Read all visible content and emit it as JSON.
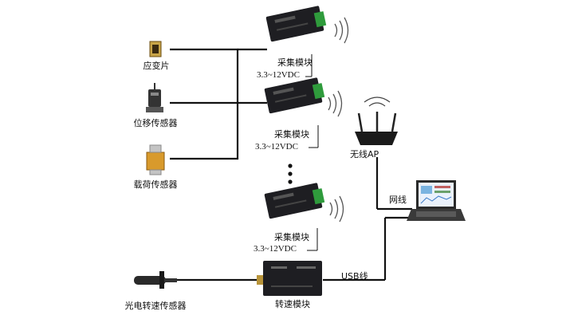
{
  "sensors": {
    "strain_gauge": "应变片",
    "displacement": "位移传感器",
    "load": "载荷传感器",
    "photoelectric_speed": "光电转速传感器"
  },
  "modules": [
    {
      "label": "采集模块",
      "voltage": "3.3~12VDC"
    },
    {
      "label": "采集模块",
      "voltage": "3.3~12VDC"
    },
    {
      "label": "采集模块",
      "voltage": "3.3~12VDC"
    }
  ],
  "speed_module": {
    "label": "转速模块"
  },
  "wireless_ap": {
    "label": "无线AP"
  },
  "links": {
    "network": "网线",
    "usb": "USB线"
  }
}
